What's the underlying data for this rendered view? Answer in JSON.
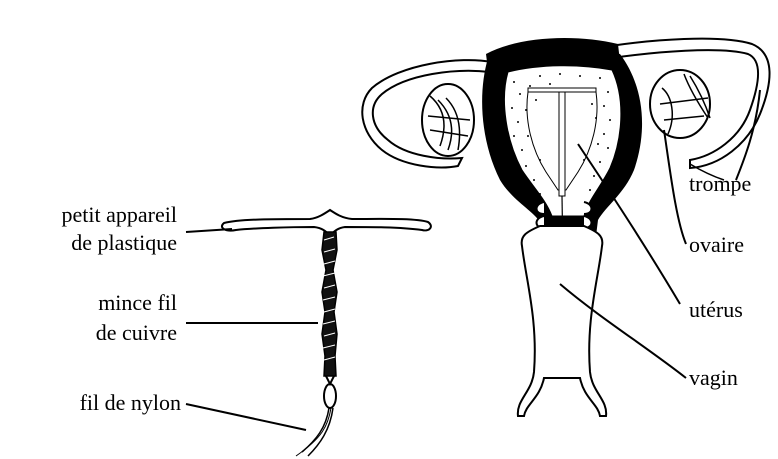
{
  "diagram": {
    "iud_labels": {
      "plastic_device_line1": "petit appareil",
      "plastic_device_line2": "de plastique",
      "copper_wire_line1": "mince fil",
      "copper_wire_line2": "de cuivre",
      "nylon_thread": "fil de nylon"
    },
    "anatomy_labels": {
      "tube": "trompe",
      "ovary": "ovaire",
      "uterus": "utérus",
      "vagina": "vagin"
    },
    "colors": {
      "ink": "#000000",
      "paper": "#ffffff"
    }
  }
}
